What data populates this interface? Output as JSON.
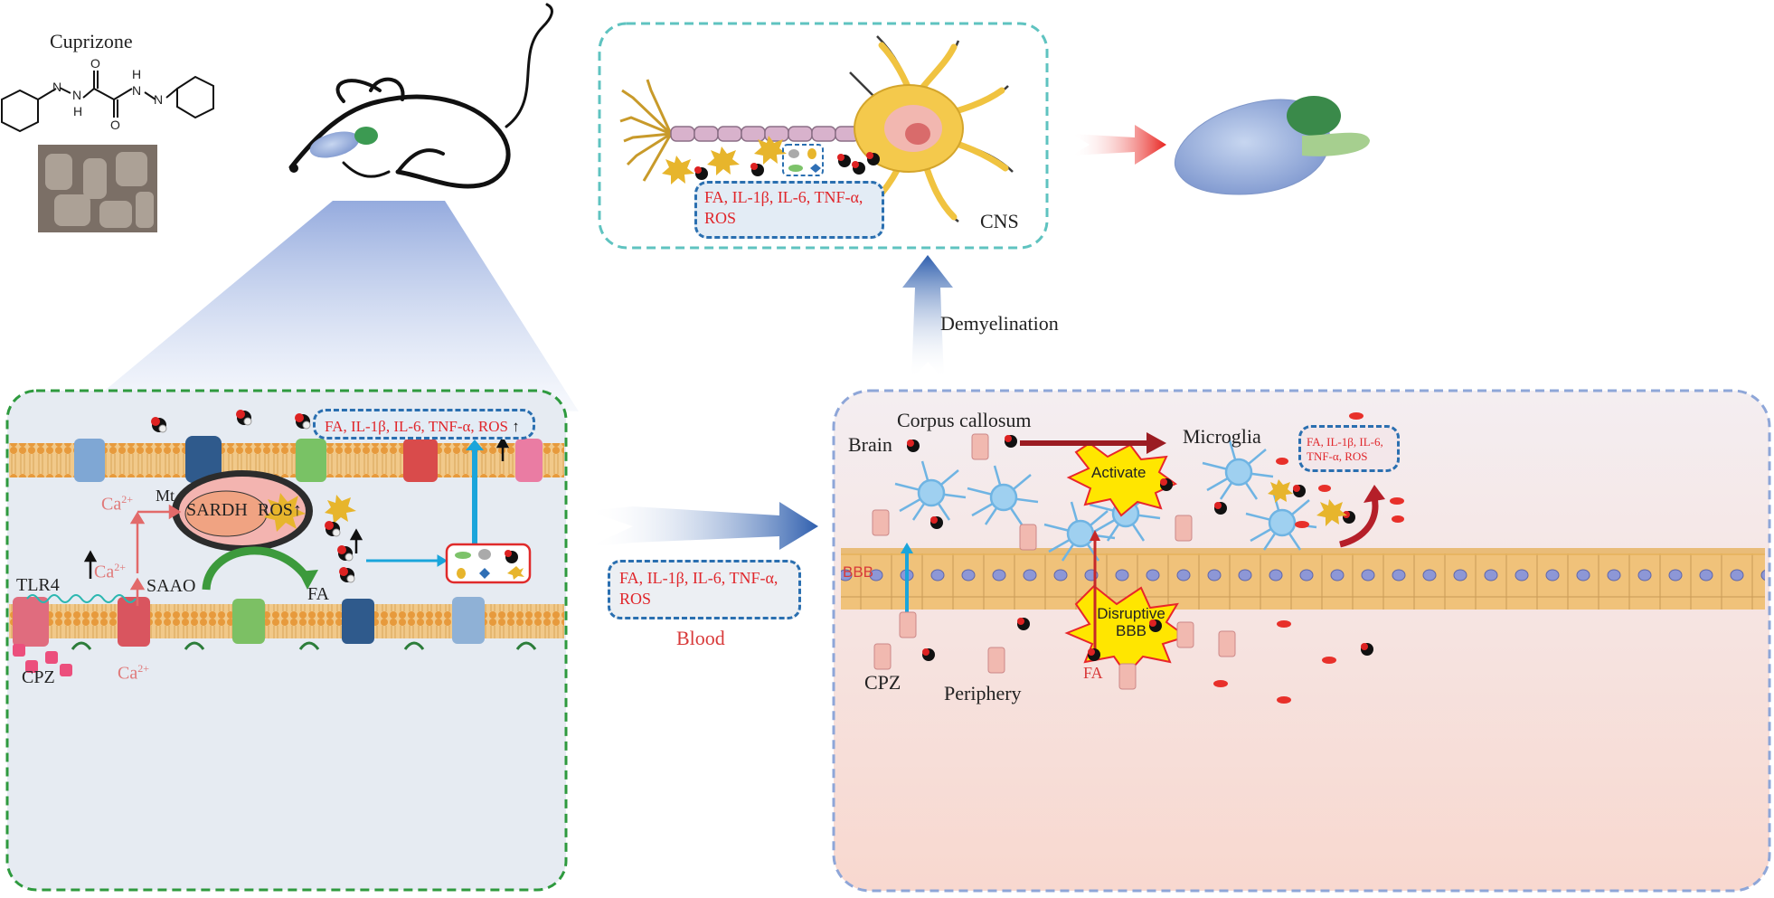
{
  "compound": {
    "name": "Cuprizone",
    "atom_n1": "N",
    "atom_n2": "N",
    "atom_h1": "H",
    "atom_o1": "O",
    "atom_o2": "O",
    "atom_h2": "H",
    "atom_n3": "N",
    "atom_n4": "N"
  },
  "cell_panel": {
    "cytokine_box": "FA, IL-1β, IL-6, TNF-α, ROS",
    "ca_top": "Ca",
    "ca_mid": "Ca",
    "ca_bottom": "Ca",
    "ca_superscript": "2+",
    "mt": "Mt",
    "sardh": "SARDH",
    "ros": "ROS",
    "tlr4": "TLR4",
    "saao": "SAAO",
    "fa": "FA",
    "cpz": "CPZ",
    "up_arrow": "↑"
  },
  "middle": {
    "cytokine_box_line1": "FA, IL-1β, IL-6, TNF-α,",
    "cytokine_box_line2": "ROS",
    "blood": "Blood",
    "demyelination": "Demyelination"
  },
  "cns_panel": {
    "cytokine_line1": "FA, IL-1β, IL-6, TNF-α,",
    "cytokine_line2": "ROS",
    "cns": "CNS"
  },
  "brain_panel": {
    "corpus_callosum": "Corpus callosum",
    "brain": "Brain",
    "microglia": "Microglia",
    "activate": "Activate",
    "cytokine_line1": "FA, IL-1β, IL-6,",
    "cytokine_line2": "TNF-α, ROS",
    "bbb": "BBB",
    "disruptive_line1": "Disruptive",
    "disruptive_line2": "BBB",
    "cpz": "CPZ",
    "periphery": "Periphery",
    "fa": "FA"
  },
  "colors": {
    "green_dash": "#2e9a3e",
    "cyan_dash": "#5fc3c0",
    "blue_dash": "#2a6fb0",
    "cytokine_red": "#e0262b",
    "membrane": "#e9b25a",
    "brain_bg": "#f7dcd6"
  }
}
